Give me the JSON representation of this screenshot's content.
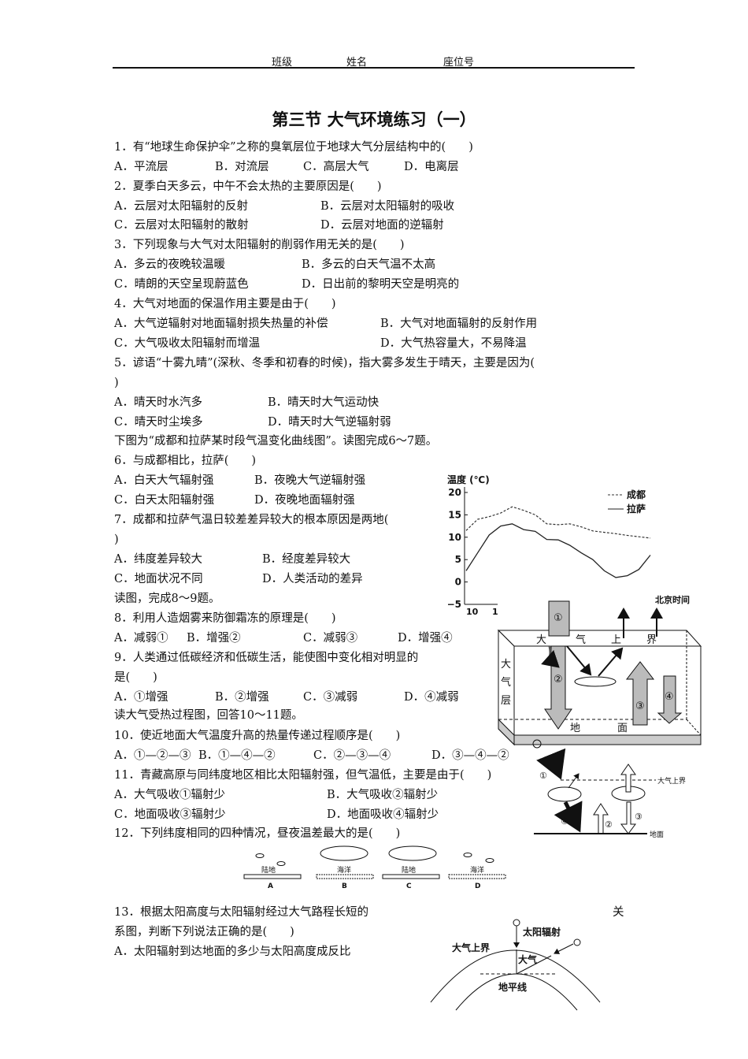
{
  "header": {
    "class_label": "班级",
    "name_label": "姓名",
    "seat_label": "座位号"
  },
  "title": "第三节  大气环境练习（一）",
  "lines": [
    "1．有“地球生命保护伞”之称的臭氧层位于地球大气分层结构中的(　　)",
    "2．夏季白天多云，中午不会太热的主要原因是(　　)",
    "3．下列现象与大气对太阳辐射的削弱作用无关的是(　　)",
    "4．大气对地面的保温作用主要是由于(　　)",
    "5．谚语“十雾九晴”(深秋、冬季和初春的时候)，指大雾多发生于晴天，主要是因为(",
    ")",
    "下图为“成都和拉萨某时段气温变化曲线图”。读图完成6～7题。",
    "6．与成都相比，拉萨(　　)",
    "7．成都和拉萨气温日较差差异较大的根本原因是两地(",
    ")",
    "读图，完成8～9题。",
    "8．利用人造烟雾来防御霜冻的原理是(　　)",
    "9．人类通过低碳经济和低碳生活，能使图中变化相对明显的",
    "是(　　)",
    "读大气受热过程图，回答10～11题。",
    "10．使近地面大气温度升高的热量传递过程顺序是(　　)",
    "11．青藏高原与同纬度地区相比太阳辐射强，但气温低，主要是由于(　　)",
    "12．下列纬度相同的四种情况，昼夜温差最大的是(　　)",
    "13．根据太阳高度与太阳辐射经过大气路程长短的",
    "关",
    "系图，判断下列说法正确的是(　　)",
    "A．太阳辐射到达地面的多少与太阳高度成反比"
  ],
  "options": {
    "q1": [
      "A．平流层",
      "B．对流层",
      "C．高层大气",
      "D．电离层"
    ],
    "q2": [
      "A．云层对太阳辐射的反射",
      "B．云层对太阳辐射的吸收",
      "C．云层对太阳辐射的散射",
      "D．云层对地面的逆辐射"
    ],
    "q3": [
      "A．多云的夜晚较温暖",
      "B．多云的白天气温不太高",
      "C．晴朗的天空呈现蔚蓝色",
      "D．日出前的黎明天空是明亮的"
    ],
    "q4": [
      "A．大气逆辐射对地面辐射损失热量的补偿",
      "B．大气对地面辐射的反射作用",
      "C．大气吸收太阳辐射而增温",
      "D．大气热容量大，不易降温"
    ],
    "q5": [
      "A．晴天时水汽多",
      "B．晴天时大气运动快",
      "C．晴天时尘埃多",
      "D．晴天时大气逆辐射弱"
    ],
    "q6": [
      "A．白天大气辐射强",
      "B．夜晚大气逆辐射强",
      "C．白天太阳辐射强",
      "D．夜晚地面辐射强"
    ],
    "q7": [
      "A．纬度差异较大",
      "B．经度差异较大",
      "C．地面状况不同",
      "D．人类活动的差异"
    ],
    "q8": [
      "A．减弱①",
      "B．增强②",
      "C．减弱③",
      "D．增强④"
    ],
    "q9": [
      "A．①增强",
      "B．②增强",
      "C．③减弱",
      "D．④减弱"
    ],
    "q10": [
      "A．①—②—③",
      "B．①—④—②",
      "C．②—③—④",
      "D．③—④—②"
    ],
    "q11": [
      "A．大气吸收①辐射少",
      "B．大气吸收②辐射少",
      "C．地面吸收③辐射少",
      "D．地面吸收④辐射少"
    ]
  },
  "chart_data": {
    "type": "line",
    "ylabel": "温度 (℃)",
    "xlabel": "北京时间",
    "yticks": [
      "20",
      "15",
      "10",
      "5",
      "0",
      "−5"
    ],
    "xticks": [
      "10",
      "1"
    ],
    "ylim": [
      -5,
      20
    ],
    "legend_position": "top-right",
    "series": [
      {
        "name": "成都",
        "style": "dashed",
        "values": [
          11.5,
          14,
          14.6,
          15.4,
          16.8,
          16,
          15,
          13,
          12.8,
          13,
          12.3,
          11.4,
          11.1,
          10.8,
          10.4,
          10.1,
          9.8
        ]
      },
      {
        "name": "拉萨",
        "style": "solid",
        "values": [
          2.5,
          6.5,
          10.5,
          12.5,
          13,
          11.7,
          11.3,
          9.5,
          9.4,
          8.2,
          6.5,
          5,
          2.5,
          1,
          1.4,
          2.8,
          6
        ]
      }
    ]
  },
  "diagram_heat_box": {
    "labels": [
      "①",
      "②",
      "③",
      "④"
    ],
    "top_chars": [
      "大",
      "气",
      "上",
      "界"
    ],
    "side_chars": [
      "大",
      "气",
      "层"
    ],
    "ground_chars": [
      "地",
      "面"
    ]
  },
  "diagram_heat_simple": {
    "labels": [
      "①",
      "②",
      "③",
      "④"
    ],
    "top_label": "大气上界",
    "ground_label": "地面"
  },
  "diagram_q12": {
    "surfaces": [
      "陆地",
      "海洋",
      "陆地",
      "海洋"
    ],
    "letters": [
      "A",
      "B",
      "C",
      "D"
    ]
  },
  "diagram_q13": {
    "sun_label": "太阳辐射",
    "top_label": "大气上界",
    "air_label": "大气",
    "horizon_label": "地平线"
  }
}
